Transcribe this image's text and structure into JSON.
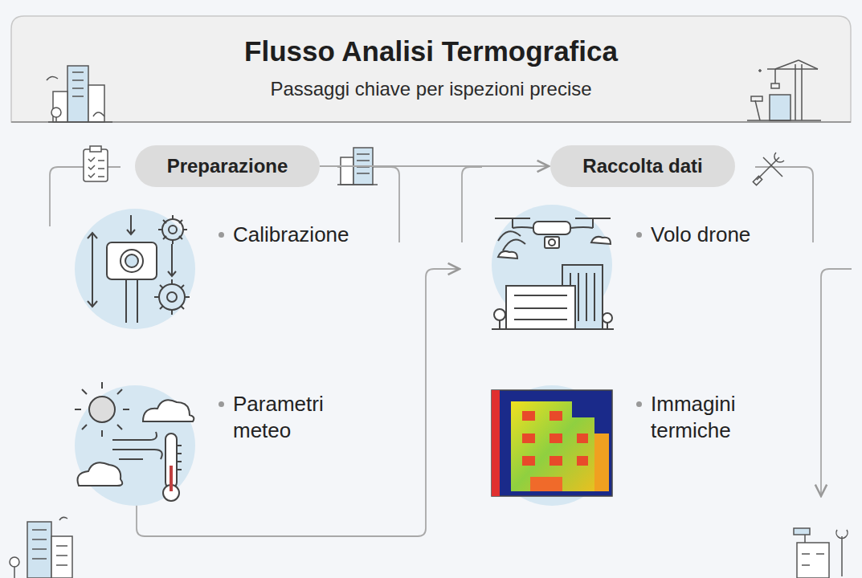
{
  "diagram": {
    "title": "Flusso Analisi Termografica",
    "nodes": [
      {
        "text": [
          "Preparazione"
        ]
      },
      {
        "text": [
          "Raccolta dati"
        ]
      }
    ],
    "edges": [
      {
        "from": 0,
        "to": 1,
        "arrow": "to"
      }
    ],
    "labels": [
      "Passaggi chiave per ispezioni precise",
      "Calibrazione",
      "Parametri meteo",
      "Volo drone",
      "Immagini termiche"
    ]
  }
}
